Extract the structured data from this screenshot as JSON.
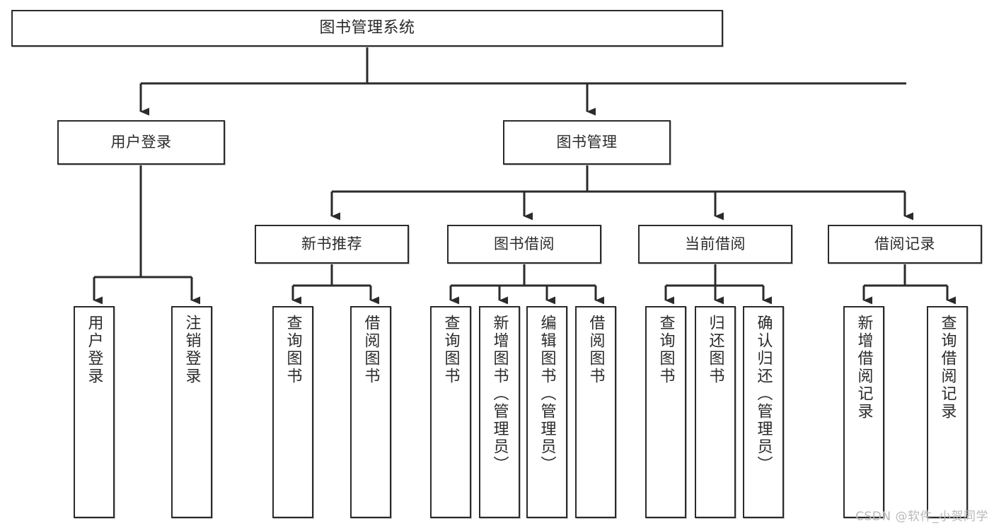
{
  "diagram": {
    "type": "tree-hierarchy",
    "title": "图书管理系统",
    "root": {
      "label": "图书管理系统"
    },
    "level1": [
      {
        "label": "用户登录"
      },
      {
        "label": "图书管理"
      }
    ],
    "level2": [
      {
        "label": "新书推荐"
      },
      {
        "label": "图书借阅"
      },
      {
        "label": "当前借阅"
      },
      {
        "label": "借阅记录"
      }
    ],
    "leaves": {
      "user_login": [
        {
          "label": "用户登录"
        },
        {
          "label": "注销登录"
        }
      ],
      "new_book_recommend": [
        {
          "label": "查询图书"
        },
        {
          "label": "借阅图书"
        }
      ],
      "book_borrow": [
        {
          "label": "查询图书"
        },
        {
          "label": "新增图书（管理员）"
        },
        {
          "label": "编辑图书（管理员）"
        },
        {
          "label": "借阅图书"
        }
      ],
      "current_borrow": [
        {
          "label": "查询图书"
        },
        {
          "label": "归还图书"
        },
        {
          "label": "确认归还（管理员）"
        }
      ],
      "borrow_record": [
        {
          "label": "新增借阅记录"
        },
        {
          "label": "查询借阅记录"
        }
      ]
    }
  },
  "watermark": {
    "text": "CSDN @软件_小贺同学"
  },
  "colors": {
    "stroke": "#2b2b2b",
    "fill": "#ffffff",
    "shadow": "#bdbdbd",
    "watermark": "#b9b9b9"
  }
}
